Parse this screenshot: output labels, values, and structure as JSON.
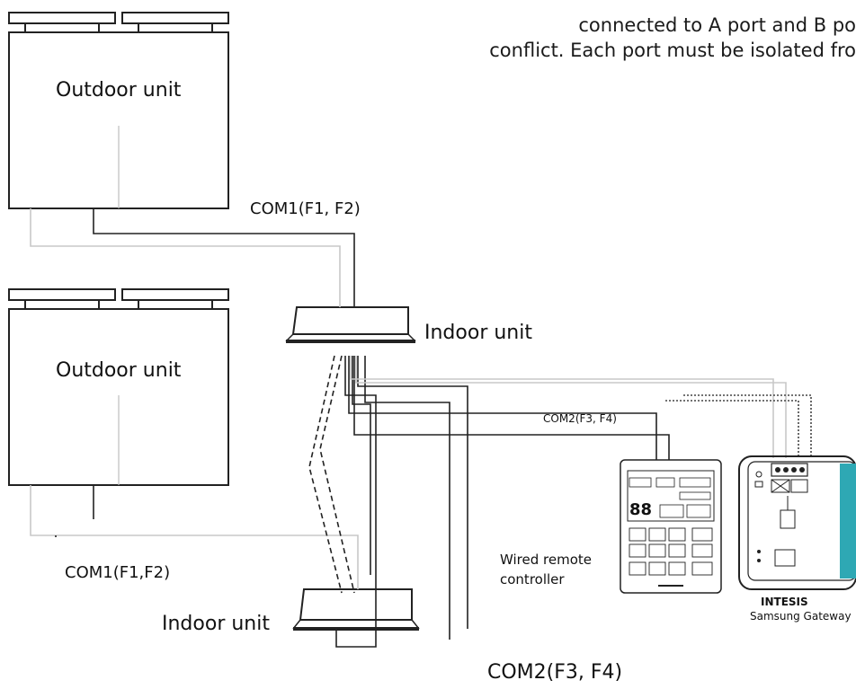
{
  "caption": {
    "line1": "connected to A port and B po",
    "line2": "conflict. Each port must be isolated fro"
  },
  "labels": {
    "outdoor_unit_1": "Outdoor unit",
    "outdoor_unit_2": "Outdoor unit",
    "com1_top": "COM1(F1,  F2)",
    "indoor_unit_1": "Indoor unit",
    "com2_small": "COM2(F3, F4)",
    "com1_bottom": "COM1(F1,F2)",
    "indoor_unit_2": "Indoor unit",
    "com2_bottom": "COM2(F3,  F4)",
    "wired_remote_line1": "Wired remote",
    "wired_remote_line2": "controller",
    "gateway_brand": "INTESIS",
    "gateway_name": "Samsung Gateway"
  },
  "remote_display": {
    "digits": "88"
  },
  "colors": {
    "line": "#222222",
    "light_line": "#c8c8c8",
    "gateway_accent": "#2ea8b4"
  }
}
